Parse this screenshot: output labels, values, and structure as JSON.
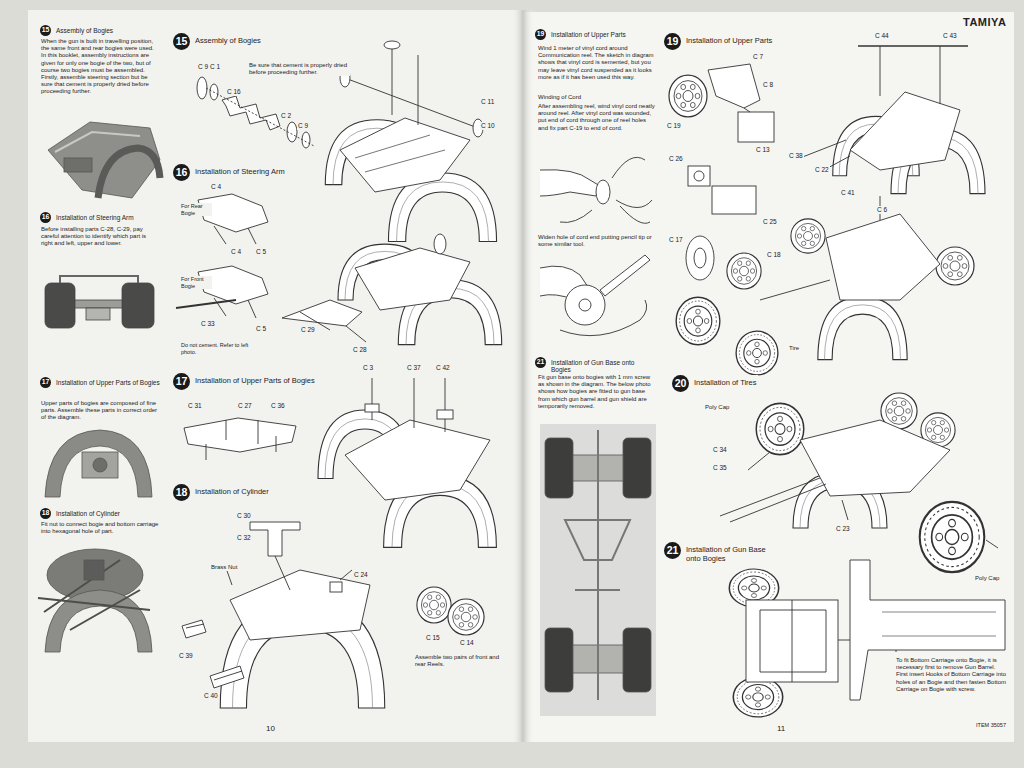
{
  "diagram": {
    "nodes": [
      {
        "text": [
          "15",
          "Assembly of Bogies"
        ]
      },
      {
        "text": [
          "16",
          "Installation of Steering Arm"
        ]
      },
      {
        "text": [
          "17",
          "Installation of Upper Parts of Bogies"
        ]
      },
      {
        "text": [
          "18",
          "Installation of Cylinder"
        ]
      },
      {
        "text": [
          "15",
          "Assembly of Bogies"
        ]
      },
      {
        "text": [
          "16",
          "Installation of Steering Arm"
        ]
      },
      {
        "text": [
          "17",
          "Installation of Upper Parts of Bogies"
        ]
      },
      {
        "text": [
          "18",
          "Installation of Cylinder"
        ]
      },
      {
        "text": [
          "19",
          "Installation of Upper Parts"
        ]
      },
      {
        "text": [
          "21",
          "Installation of Gun Base onto Bogies"
        ]
      },
      {
        "text": [
          "19",
          "Installation of Upper Parts"
        ]
      },
      {
        "text": [
          "20",
          "Installation of Tires"
        ]
      },
      {
        "text": [
          "21",
          "Installation of Gun Base onto Bogies"
        ]
      }
    ],
    "labels": [
      "When the gun is built in travelling position, the same front and rear bogies were used. In this booklet, assembly instructions are given for only one bogie of the two, but of course two bogies must be assembled. Firstly, assemble steering section but be sure that cement is properly dried before proceeding further.",
      "Before installing parts C-28, C-29, pay careful attention to identify which part is right and left, upper and lower.",
      "Upper parts of bogies are composed of fine parts. Assemble these parts in correct order of the diagram.",
      "Fit nut to connect bogie and bottom carriage into hexagonal hole of part.",
      "C 9",
      "C 1",
      "Be sure that cement is properly dried before proceeding further.",
      "C 16",
      "C 2",
      "C 9",
      "C 11",
      "C 10",
      "C 4",
      "For Rear Bogie",
      "C 4",
      "C 5",
      "For Front Bogie",
      "C 33",
      "C 5",
      "Do not cement. Refer to left photo.",
      "C 29",
      "C 28",
      "C 31",
      "C 27",
      "C 36",
      "C 3",
      "C 37",
      "C 42",
      "C 30",
      "C 32",
      "Brass Nut",
      "C 24",
      "C 15",
      "C 14",
      "Assemble two pairs of front and rear Reels.",
      "C 39",
      "C 40",
      "10",
      "Wind 1 meter of vinyl cord around Communication reel. The sketch in diagram shows that vinyl cord is semented, but you may leave vinyl cord suspended as it looks more as if it has been used this way.",
      "Winding of Cord",
      "After assembling reel, wind vinyl cord neatly around reel. After vinyl cord was wounded, put end of cord through one of reel holes and fix part C-19 to end of cord.",
      "Widen hole of cord end putting pencil tip or some similar tool.",
      "Fit gun base onto bogies with 1 mm screw as shown in the diagram. The below photo shows how bogies are fitted to gun base from which gun barrel and gun shield are temporarily removed.",
      "TAMIYA",
      "C 44",
      "C 43",
      "C 7",
      "C 8",
      "C 19",
      "C 13",
      "C 38",
      "C 22",
      "C 41",
      "C 26",
      "C 25",
      "C 6",
      "C 17",
      "C 18",
      "Tire",
      "Poly Cap",
      "C 34",
      "C 35",
      "C 23",
      "Poly Cap",
      "To fit Bottom Carriage onto Bogie, it is necessary first to remove Gun Barrel. First insert Hooks of Bottom Carriage into holes of an Bogie and then fasten Bottom Carriage on Bogie with screw.",
      "11",
      "ITEM 35057"
    ]
  }
}
